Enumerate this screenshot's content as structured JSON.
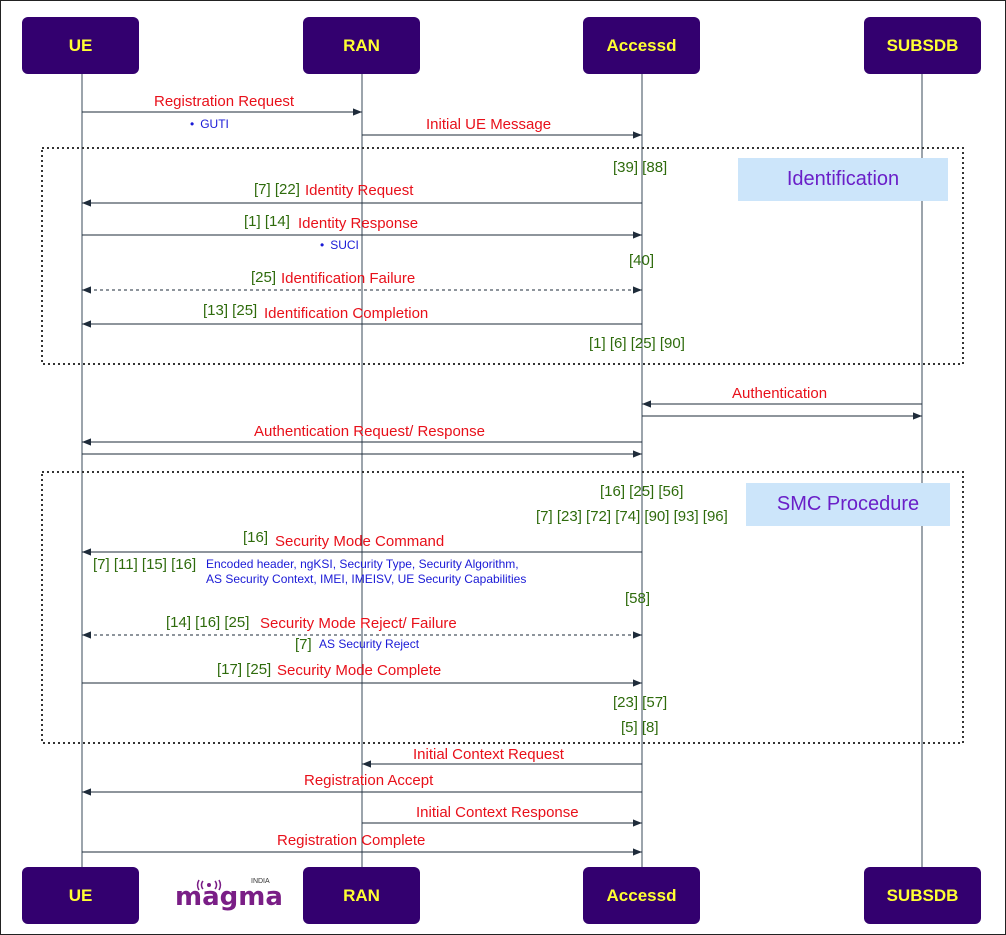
{
  "actors": [
    "UE",
    "RAN",
    "Accessd",
    "SUBSDB"
  ],
  "groups": {
    "identification": "Identification",
    "smc": "SMC Procedure"
  },
  "messages": {
    "registration_request": "Registration Request",
    "guti": "GUTI",
    "initial_ue_message": "Initial UE Message",
    "identity_request": "Identity Request",
    "identity_response": "Identity Response",
    "suci": "SUCI",
    "identification_failure": "Identification Failure",
    "identification_completion": "Identification Completion",
    "authentication": "Authentication",
    "auth_req_resp": "Authentication Request/ Response",
    "security_mode_command": "Security Mode Command",
    "smc_details_1": "Encoded header, ngKSI, Security Type, Security Algorithm,",
    "smc_details_2": "AS Security Context, IMEI, IMEISV, UE Security Capabilities",
    "security_mode_reject": "Security Mode Reject/ Failure",
    "as_security_reject": "AS Security Reject",
    "security_mode_complete": "Security Mode Complete",
    "initial_context_request": "Initial Context Request",
    "registration_accept": "Registration Accept",
    "initial_context_response": "Initial Context Response",
    "registration_complete": "Registration Complete"
  },
  "refs": {
    "r_39_88": "[39] [88]",
    "r_7_22": "[7] [22]",
    "r_1_14": "[1] [14]",
    "r_40": "[40]",
    "r_25": "[25]",
    "r_13_25": "[13] [25]",
    "r_1_6_25_90": "[1] [6] [25] [90]",
    "r_16_25_56": "[16] [25] [56]",
    "r_7_23_72_74_90_93_96": "[7] [23] [72] [74] [90] [93] [96]",
    "r_16": "[16]",
    "r_7_11_15_16": "[7] [11] [15] [16]",
    "r_58": "[58]",
    "r_14_16_25": "[14] [16] [25]",
    "r_7": "[7]",
    "r_17_25": "[17] [25]",
    "r_23_57": "[23] [57]",
    "r_5_8": "[5] [8]"
  },
  "logo": {
    "text": "magma",
    "sub": "INDIA"
  },
  "colors": {
    "actor_fill": "#33006f",
    "actor_text": "#ffff33",
    "message_text": "#e8101a",
    "ref_text": "#2e6b0c",
    "detail_text": "#1a1ad6",
    "group_title_fill": "#cce5fa",
    "group_title_text": "#6a1fc8"
  }
}
